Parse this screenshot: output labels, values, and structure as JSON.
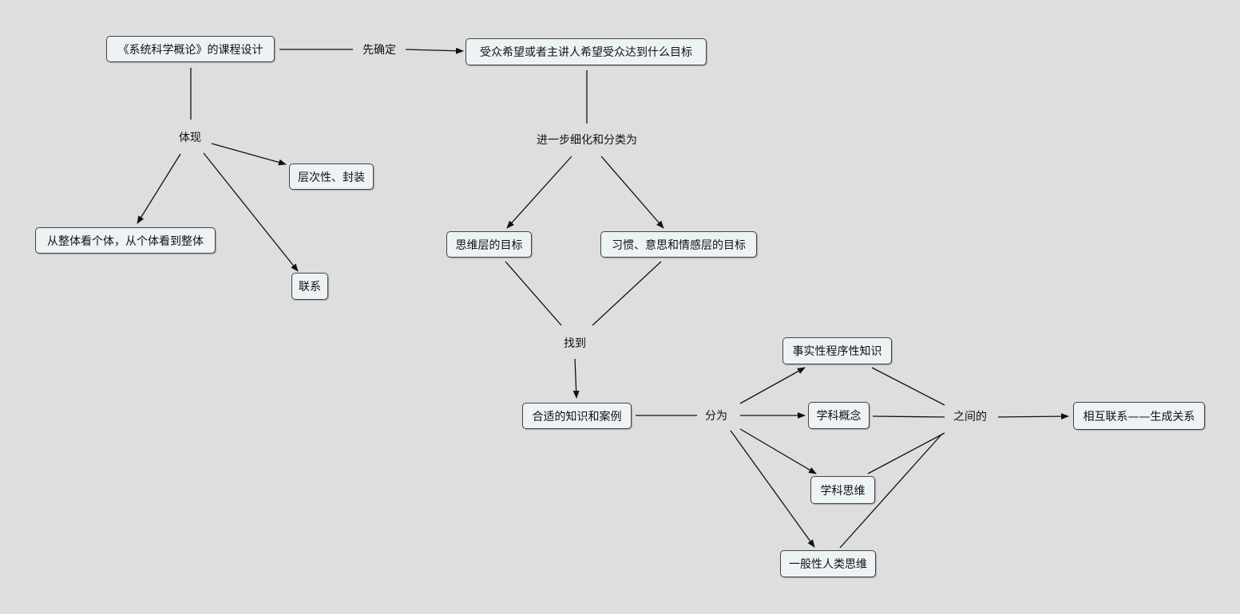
{
  "nodes": {
    "course": "《系统科学概论》的课程设计",
    "goal": "受众希望或者主讲人希望受众达到什么目标",
    "hierarchy": "层次性、封装",
    "whole": "从整体看个体，从个体看到整体",
    "connection": "联系",
    "thinking_goal": "思维层的目标",
    "habit_goal": "习惯、意思和情感层的目标",
    "knowledge": "合适的知识和案例",
    "factual": "事实性程序性知识",
    "concept": "学科概念",
    "subject_thinking": "学科思维",
    "general_thinking": "一般性人类思维",
    "relation": "相互联系——生成关系"
  },
  "links": {
    "first": "先确定",
    "embody": "体现",
    "refine": "进一步细化和分类为",
    "find": "找到",
    "divide": "分为",
    "between": "之间的"
  }
}
